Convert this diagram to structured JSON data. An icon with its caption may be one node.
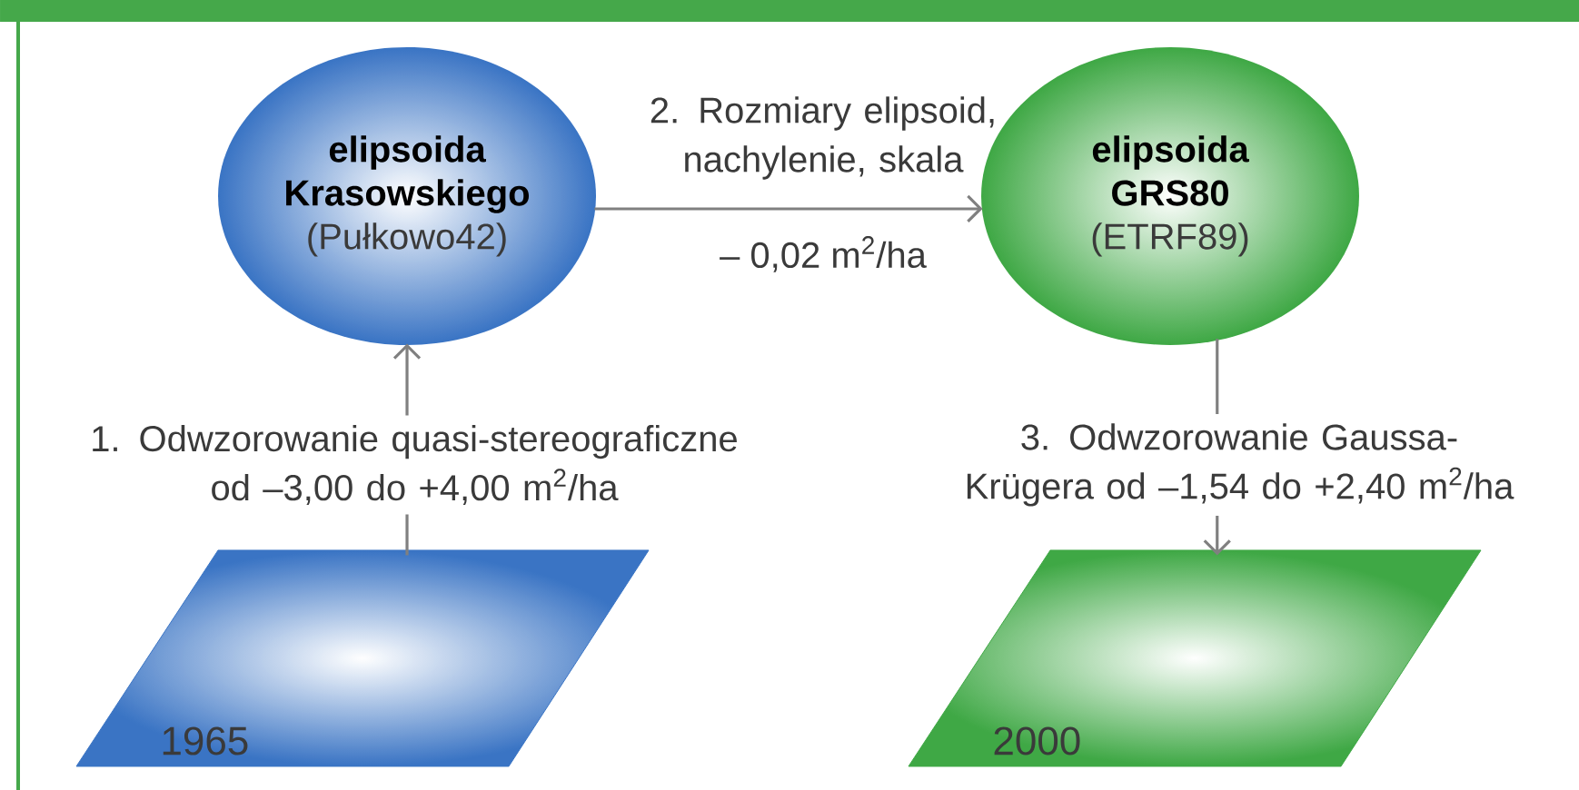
{
  "diagram": {
    "nodes": [
      {
        "text": [
          "elipsoida Krasowskiego",
          "(Pułkowo42)"
        ]
      },
      {
        "text": [
          "elipsoida GRS80",
          "(ETRF89)"
        ]
      },
      {
        "text": [
          "1965"
        ]
      },
      {
        "text": [
          "2000"
        ]
      }
    ],
    "edges": [
      {
        "from": 2,
        "to": 0,
        "arrow": "to",
        "label": "1. Odwzorowanie quasi-stereograficzne od –3,00 do +4,00 m$^{2}$/ha"
      },
      {
        "from": 0,
        "to": 1,
        "arrow": "to",
        "label": "2. Rozmiary elipsoid, nachylenie, skala"
      },
      {
        "from": 1,
        "to": 3,
        "arrow": "to",
        "label": "3. Odwzorowanie Gaussa-Krügera od –1,54 do +2,40 m$^{2}$/ha"
      }
    ],
    "labels": [
      "– 0,02 m$^{2}$/ha"
    ]
  }
}
